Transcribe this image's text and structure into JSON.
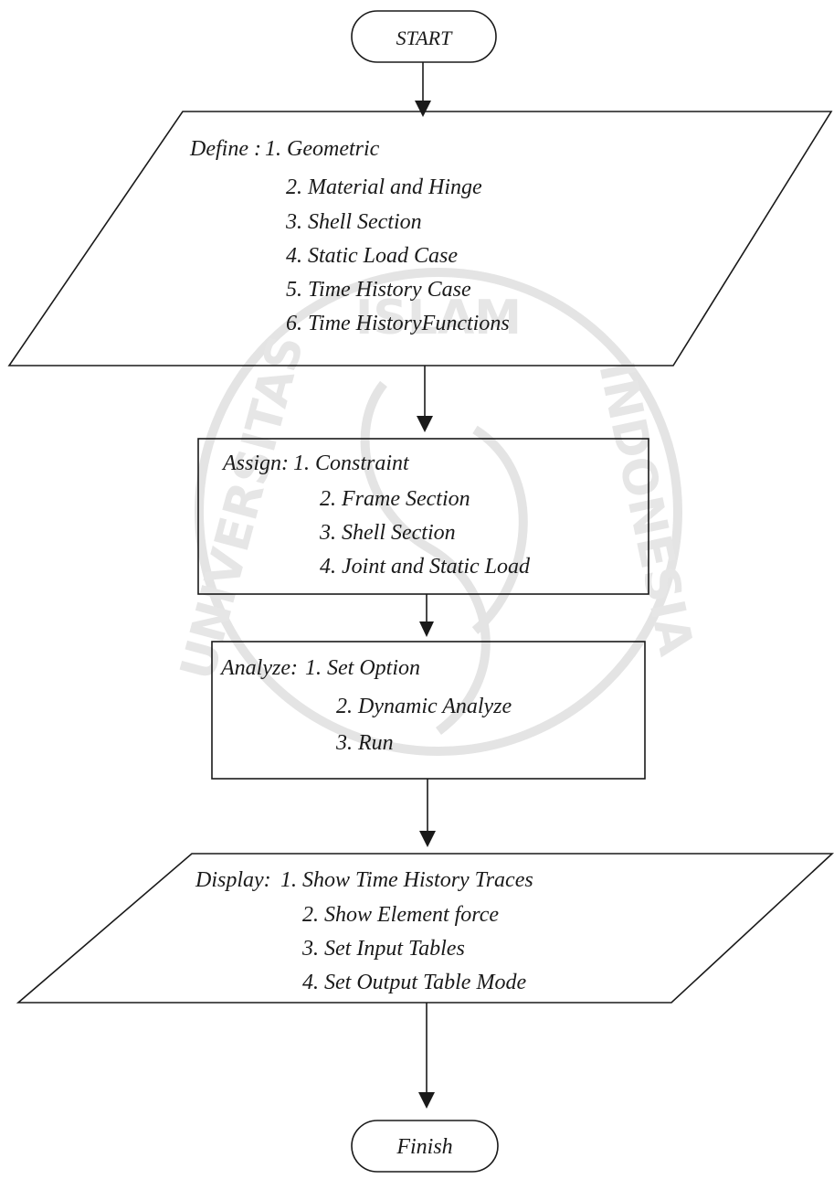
{
  "flowchart": {
    "start": "START",
    "finish": "Finish",
    "define": {
      "prefix": "Define :",
      "items": [
        "1.  Geometric",
        "2.  Material and Hinge",
        "3. Shell Section",
        "4. Static Load Case",
        "5. Time History Case",
        "6. Time HistoryFunctions"
      ]
    },
    "assign": {
      "prefix": "Assign:",
      "items": [
        "1. Constraint",
        "2. Frame Section",
        "3. Shell Section",
        "4. Joint and Static Load"
      ]
    },
    "analyze": {
      "prefix": "Analyze:",
      "items": [
        "1. Set Option",
        "2. Dynamic Analyze",
        "3. Run"
      ]
    },
    "display": {
      "prefix": "Display:",
      "items": [
        "1.   Show Time History Traces",
        "2.   Show Element force",
        "3.   Set Input Tables",
        "4.   Set Output Table Mode"
      ]
    }
  },
  "watermark": {
    "top_text": "ISLAM",
    "left_text": "UNIVERSITAS",
    "right_text": "INDONESIA"
  }
}
